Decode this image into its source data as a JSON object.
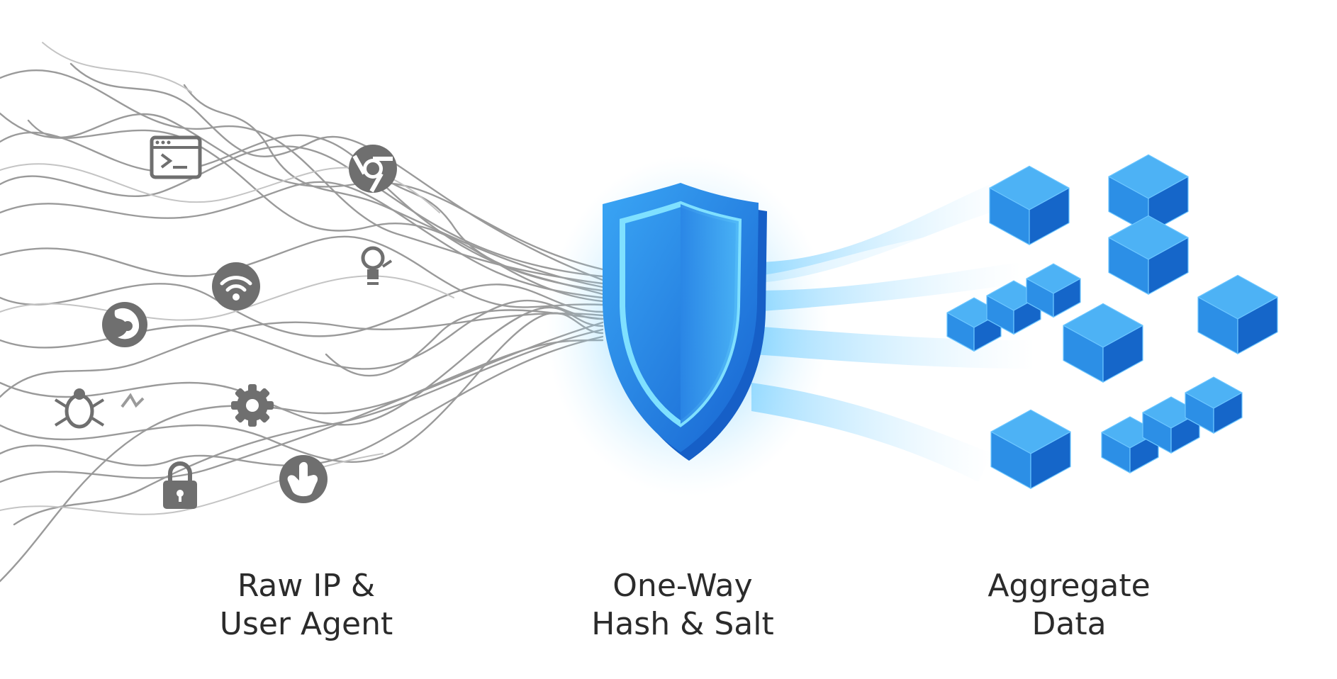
{
  "stages": {
    "raw": {
      "line1": "Raw IP &",
      "line2": "User Agent",
      "icons": [
        "terminal-icon",
        "chrome-icon",
        "wifi-icon",
        "lightbulb-icon",
        "firefox-icon",
        "gear-icon",
        "bug-icon",
        "lock-icon",
        "hand-pointer-icon"
      ]
    },
    "hash": {
      "line1": "One-Way",
      "line2": "Hash & Salt",
      "icon": "shield-icon"
    },
    "aggregate": {
      "line1": "Aggregate",
      "line2": "Data",
      "icon": "cube-icon"
    }
  },
  "colors": {
    "line_gray": "#9a9a9a",
    "icon_gray": "#6f6f6f",
    "shield_blue": "#1f7fe0",
    "shield_glow": "#4fc3ff",
    "cube_top": "#4db2f5",
    "cube_left": "#2c8fe6",
    "cube_right": "#1566c9",
    "text": "#2b2b2b"
  }
}
